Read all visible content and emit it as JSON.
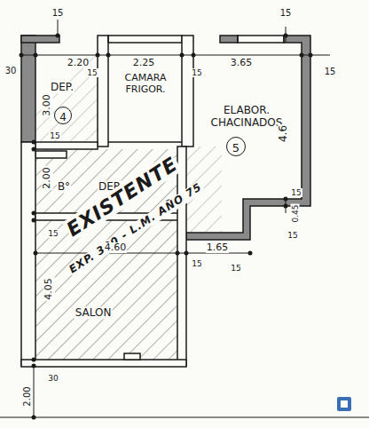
{
  "diagram": {
    "nodes": [
      {
        "text": [
          "DEP."
        ]
      },
      {
        "text": [
          "4"
        ],
        "in": 0
      },
      {
        "text": [
          "CAMARA FRIGOR."
        ]
      },
      {
        "text": [
          "ELABOR. CHACINADOS"
        ]
      },
      {
        "text": [
          "5"
        ],
        "in": 3
      },
      {
        "text": [
          "B°",
          "DEP."
        ]
      },
      {
        "text": [
          "SALON"
        ]
      }
    ],
    "labels": [
      "15",
      "15",
      "30",
      "2.20",
      "15",
      "2.25",
      "15",
      "3.65",
      "15",
      "3.00",
      "4.6",
      "15",
      "2.00",
      "EXISTENTE",
      "EXP. 380 - L.M. AÑO 75",
      "0.45",
      "15",
      "15",
      "15",
      "4.60",
      "15",
      "1.65",
      "15",
      "4.05",
      "30",
      "2.00"
    ]
  }
}
